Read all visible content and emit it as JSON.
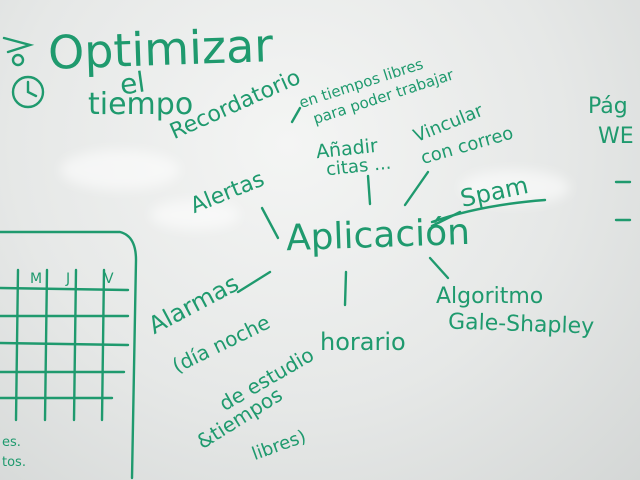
{
  "title_line1": "Optimizar",
  "title_line2": "el",
  "title_line3": "tiempo",
  "center": "Aplicación",
  "branches": {
    "recordatorio": "Recordatorio",
    "alertas": "Alertas",
    "tiempos_libres_1": "en tiempos libres",
    "tiempos_libres_2": "para poder trabajar",
    "anadir_1": "Añadir",
    "anadir_2": "citas ...",
    "vincular_1": "Vincular",
    "vincular_2": "con correo",
    "spam": "Spam",
    "algoritmo_1": "Algoritmo",
    "algoritmo_2": "Gale-Shapley",
    "horario": "horario",
    "alarmas": "Alarmas",
    "alarmas_2": "(día noche",
    "alarmas_3": "de estudio",
    "alarmas_4": "&tiempos",
    "alarmas_5": "libres)"
  },
  "calendar_days": [
    "M",
    "J",
    "V"
  ],
  "left_fragments": [
    "es.",
    "tos."
  ],
  "right_fragments": [
    "Pág",
    "WE"
  ],
  "ink_color": "#1f9a6e"
}
